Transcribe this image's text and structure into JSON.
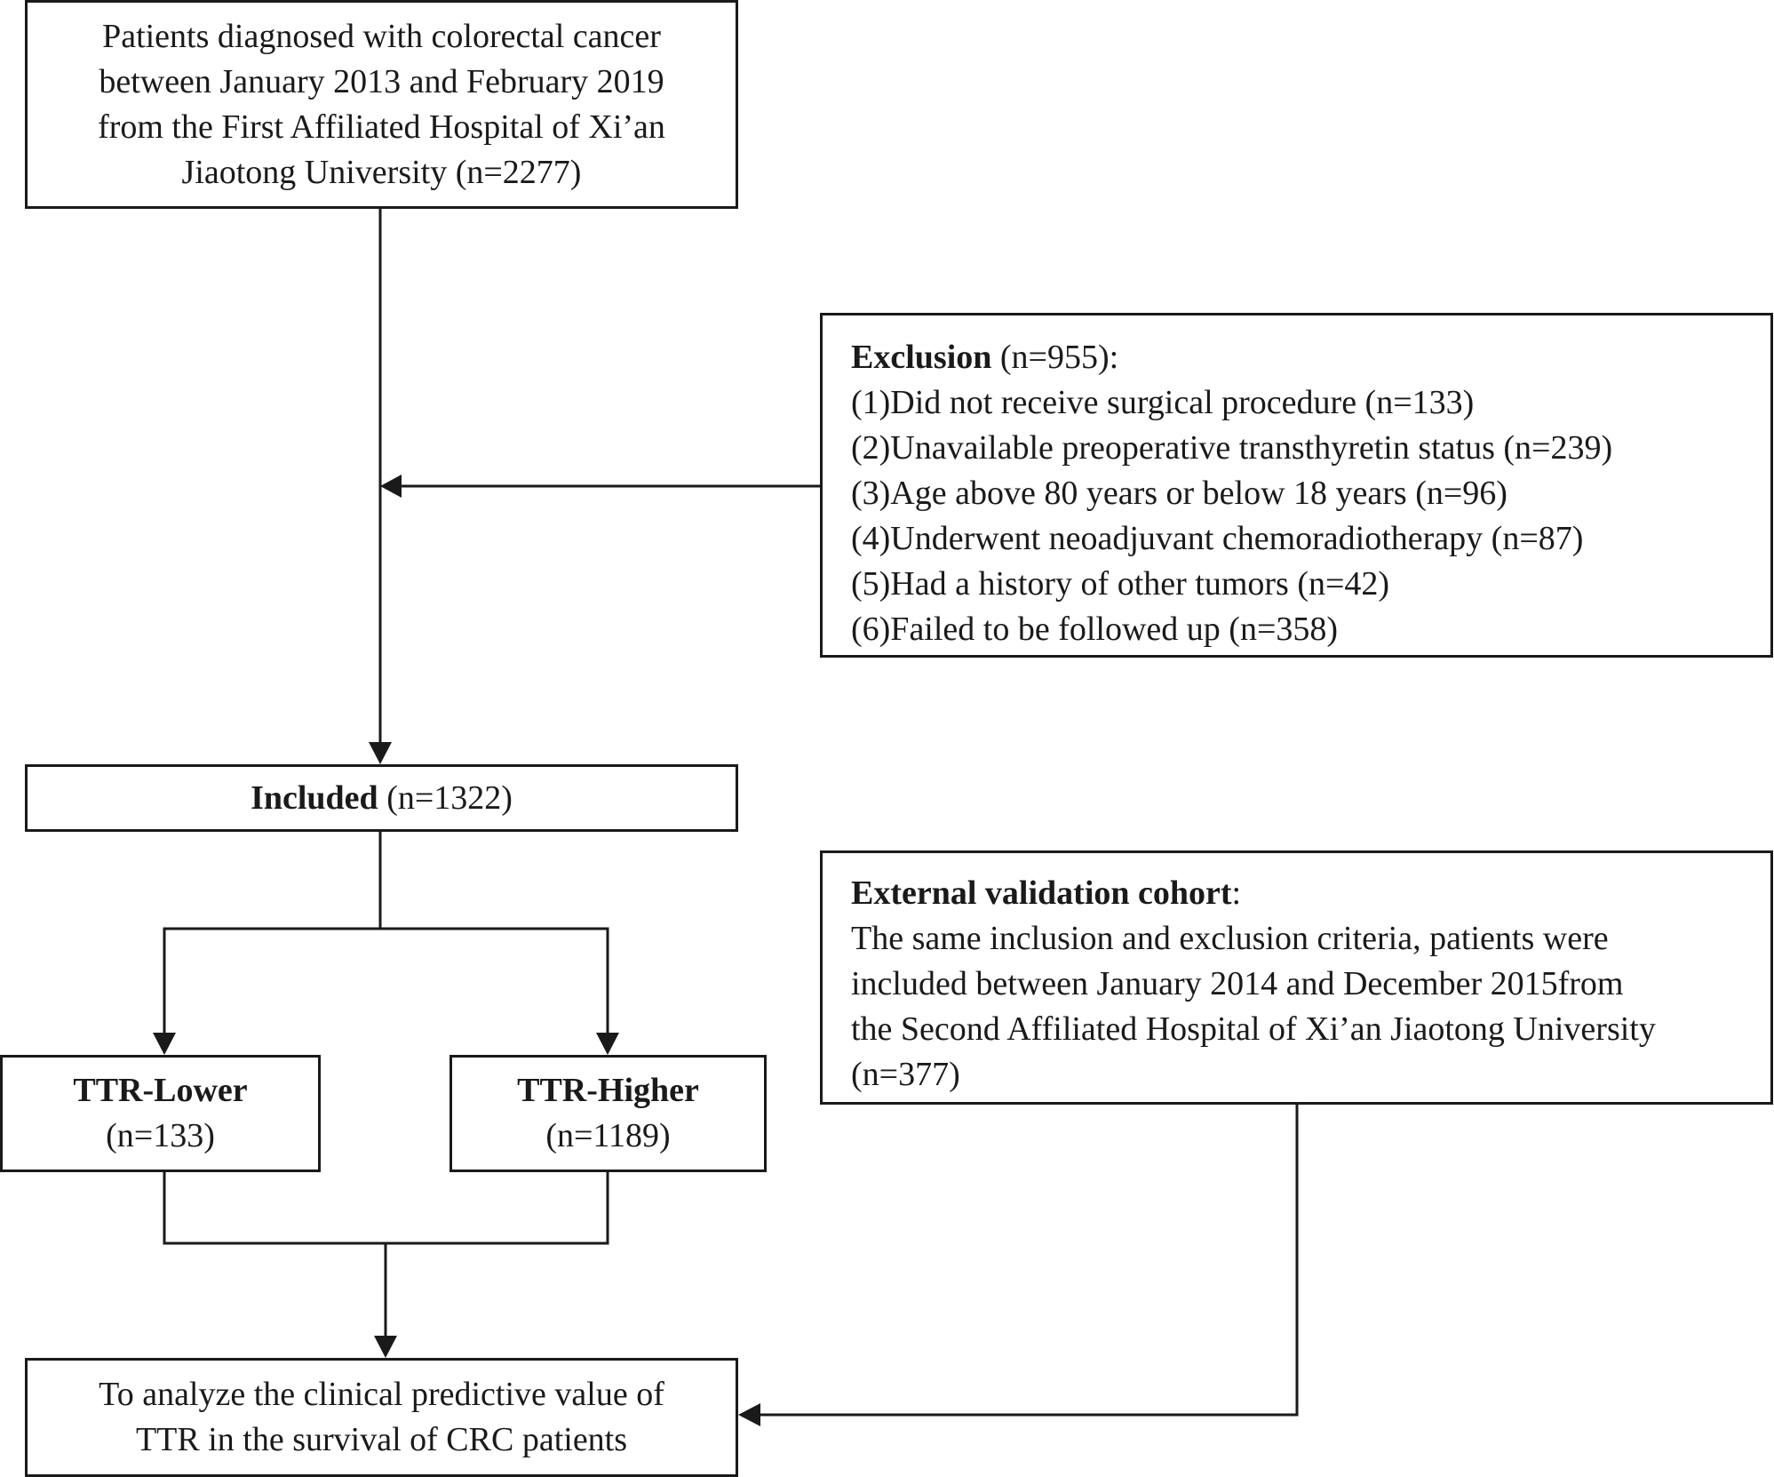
{
  "start_box": {
    "lines": [
      "Patients diagnosed with colorectal cancer",
      "between January 2013 and February 2019",
      "from the First Affiliated Hospital of Xi’an",
      "Jiaotong University (n=2277)"
    ]
  },
  "exclusion_box": {
    "heading": "Exclusion",
    "heading_count": " (n=955):",
    "items": [
      "(1)Did not receive surgical procedure (n=133)",
      "(2)Unavailable preoperative transthyretin status (n=239)",
      "(3)Age above 80 years or below 18 years (n=96)",
      "(4)Underwent neoadjuvant chemoradiotherapy (n=87)",
      "(5)Had a history of other tumors (n=42)",
      "(6)Failed to be followed up (n=358)"
    ]
  },
  "included_box": {
    "heading": "Included",
    "count": " (n=1322)"
  },
  "ttr_lower_box": {
    "heading": "TTR-Lower",
    "count": "(n=133)"
  },
  "ttr_higher_box": {
    "heading": "TTR-Higher",
    "count": "(n=1189)"
  },
  "external_box": {
    "heading": "External validation cohort",
    "heading_suffix": ":",
    "lines": [
      "The same inclusion and exclusion criteria, patients were",
      "included between January 2014 and December 2015from",
      "the Second Affiliated Hospital of Xi’an Jiaotong University",
      "(n=377)"
    ]
  },
  "analyze_box": {
    "lines": [
      "To analyze the clinical predictive value of",
      "TTR in the survival of  CRC patients"
    ]
  }
}
